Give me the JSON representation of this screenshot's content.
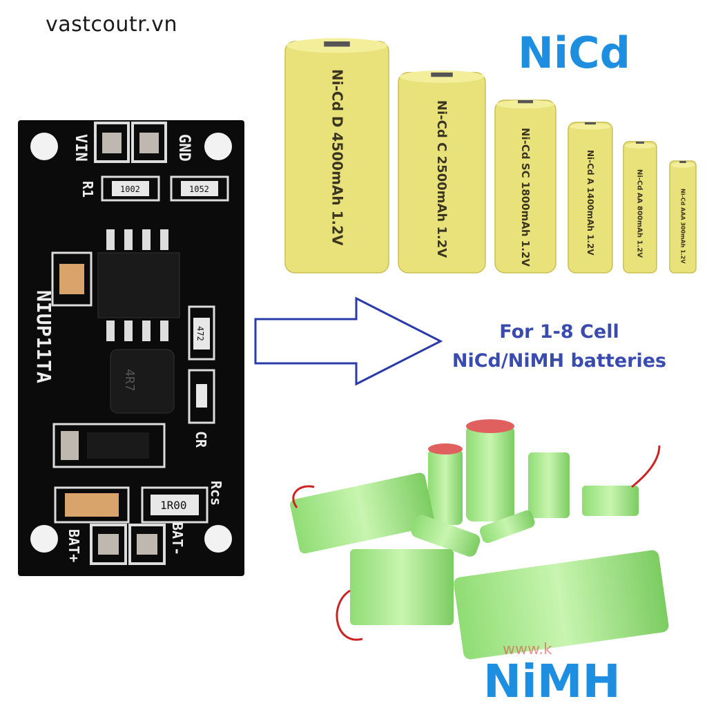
{
  "watermark": "vastcoutr.vn",
  "nicd_title": "NiCd",
  "nimh_title": "NiMH",
  "caption": {
    "line1": "For 1-8 Cell",
    "line2": "NiCd/NiMH batteries"
  },
  "board": {
    "model": "NIUP11TA",
    "vin": "VIN",
    "gnd": "GND",
    "r1": "R1",
    "res1": "1002",
    "res2": "1052",
    "res3": "472",
    "inductor": "4R7",
    "cr": "CR",
    "rcs": "Rcs",
    "rcs_value": "1R00",
    "bat_plus": "BAT+",
    "bat_minus": "BAT-"
  },
  "nicd_cells": [
    {
      "label": "Ni-Cd D 4500mAh 1.2V"
    },
    {
      "label": "Ni-Cd C 2500mAh 1.2V"
    },
    {
      "label": "Ni-Cd SC 1800mAh 1.2V"
    },
    {
      "label": "Ni-Cd A 1400mAh 1.2V"
    },
    {
      "label": "Ni-Cd AA 800mAh 1.2V"
    },
    {
      "label": "Ni-Cd AAA 300mAh 1.2V"
    }
  ],
  "nimh_watermark": "www.k",
  "colors": {
    "title_blue": "#1e8fe0",
    "caption_blue": "#3a4bb0",
    "nicd_yellow": "#e9e27a",
    "nimh_green": "#a8e88f",
    "pcb_black": "#0b0b0b"
  }
}
